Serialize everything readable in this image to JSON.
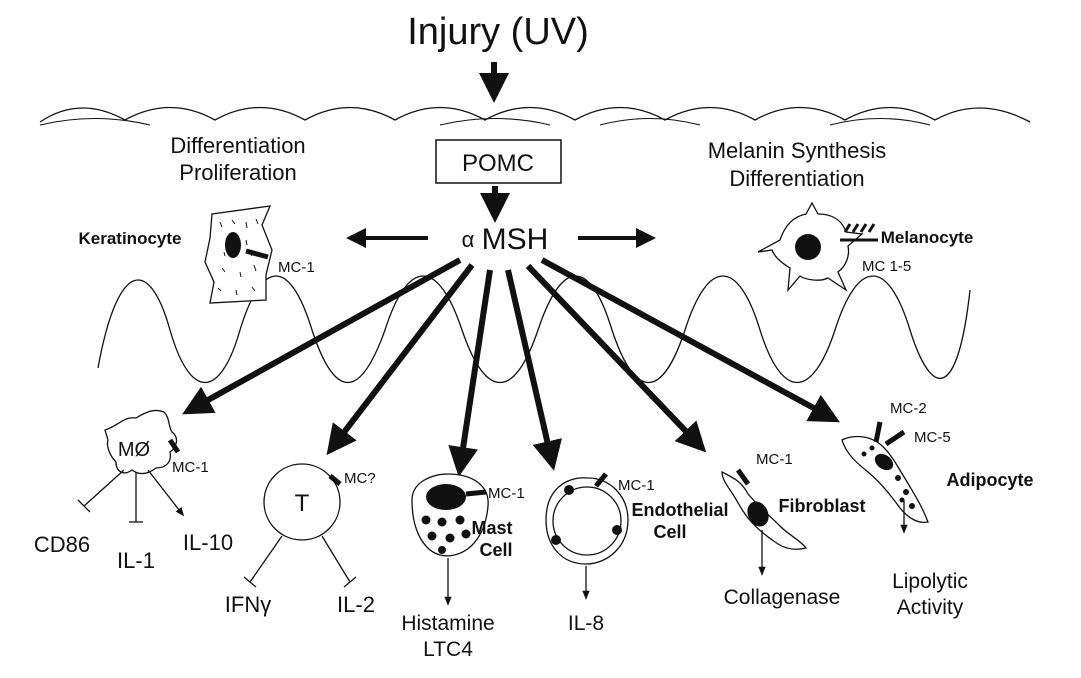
{
  "title": "Injury (UV)",
  "center": {
    "pomc": "POMC",
    "alpha": "α",
    "msh": "MSH"
  },
  "left_header": {
    "line1": "Differentiation",
    "line2": "Proliferation"
  },
  "right_header": {
    "line1": "Melanin Synthesis",
    "line2": "Differentiation"
  },
  "keratinocyte": {
    "name": "Keratinocyte",
    "receptor": "MC-1"
  },
  "melanocyte": {
    "name": "Melanocyte",
    "receptor": "MC 1-5"
  },
  "macrophage": {
    "name": "MØ",
    "receptor": "MC-1",
    "outputs": [
      "CD86",
      "IL-1",
      "IL-10"
    ]
  },
  "tcell": {
    "name": "T",
    "receptor": "MC?",
    "outputs": [
      "IFNγ",
      "IL-2"
    ]
  },
  "mastcell": {
    "line1": "Mast",
    "line2": "Cell",
    "receptor": "MC-1",
    "out1": "Histamine",
    "out2": "LTC4"
  },
  "endothelial": {
    "line1": "Endothelial",
    "line2": "Cell",
    "receptor": "MC-1",
    "out": "IL-8"
  },
  "fibroblast": {
    "name": "Fibroblast",
    "receptor": "MC-1",
    "out": "Collagenase"
  },
  "adipocyte": {
    "name": "Adipocyte",
    "receptor_a": "MC-2",
    "receptor_b": "MC-5",
    "out1": "Lipolytic",
    "out2": "Activity"
  }
}
